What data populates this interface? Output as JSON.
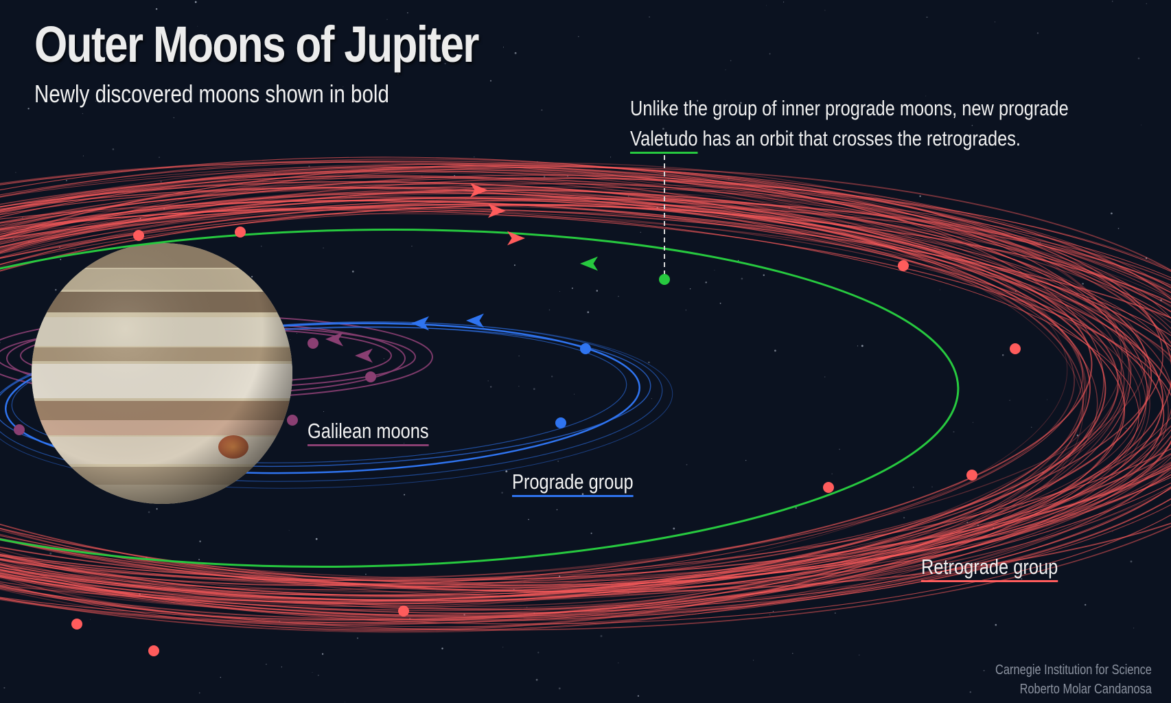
{
  "title": "Outer Moons of Jupiter",
  "subtitle": "Newly discovered moons shown in bold",
  "annotation": {
    "line1": "Unlike the group of inner prograde moons, new prograde",
    "highlight": "Valetudo",
    "line2_rest": " has an orbit that crosses the retrogrades."
  },
  "groups": {
    "galilean": "Galilean moons",
    "prograde": "Prograde group",
    "retrograde": "Retrograde group"
  },
  "credits": [
    "Carnegie Institution for Science",
    "Roberto Molar Candanosa"
  ],
  "colors": {
    "background": "#0b1220",
    "retrograde": "#ff5c5c",
    "prograde": "#2f74f0",
    "galilean": "#8a3f72",
    "valetudo": "#27c93f"
  }
}
